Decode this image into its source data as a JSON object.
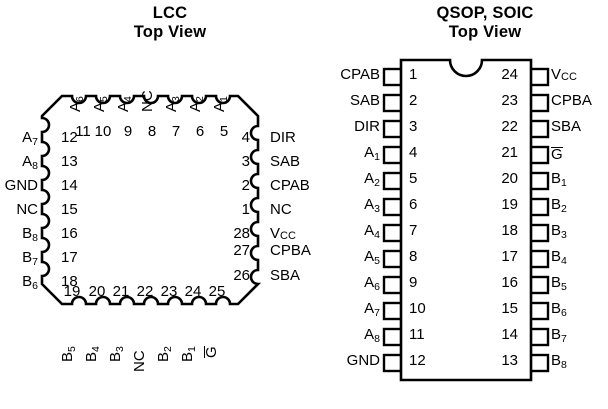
{
  "packages": [
    {
      "id": "lcc",
      "title_line1": "LCC",
      "title_line2": "Top View",
      "top_pins": [
        {
          "num": "11",
          "label": "A",
          "sub": "6"
        },
        {
          "num": "10",
          "label": "A",
          "sub": "5"
        },
        {
          "num": "9",
          "label": "A",
          "sub": "4"
        },
        {
          "num": "8",
          "label": "NC",
          "sub": ""
        },
        {
          "num": "7",
          "label": "A",
          "sub": "3"
        },
        {
          "num": "6",
          "label": "A",
          "sub": "2"
        },
        {
          "num": "5",
          "label": "A",
          "sub": "1"
        }
      ],
      "left_pins": [
        {
          "num": "12",
          "label": "A",
          "sub": "7"
        },
        {
          "num": "13",
          "label": "A",
          "sub": "8"
        },
        {
          "num": "14",
          "label": "GND",
          "sub": ""
        },
        {
          "num": "15",
          "label": "NC",
          "sub": ""
        },
        {
          "num": "16",
          "label": "B",
          "sub": "8"
        },
        {
          "num": "17",
          "label": "B",
          "sub": "7"
        },
        {
          "num": "18",
          "label": "B",
          "sub": "6"
        }
      ],
      "bottom_pins": [
        {
          "num": "19",
          "label": "B",
          "sub": "5"
        },
        {
          "num": "20",
          "label": "B",
          "sub": "4"
        },
        {
          "num": "21",
          "label": "B",
          "sub": "3"
        },
        {
          "num": "22",
          "label": "NC",
          "sub": ""
        },
        {
          "num": "23",
          "label": "B",
          "sub": "2"
        },
        {
          "num": "24",
          "label": "B",
          "sub": "1"
        },
        {
          "num": "25",
          "label": "G",
          "sub": "",
          "overbar": true
        }
      ],
      "right_pins": [
        {
          "num": "4",
          "label": "DIR",
          "sub": ""
        },
        {
          "num": "3",
          "label": "SAB",
          "sub": ""
        },
        {
          "num": "2",
          "label": "CPAB",
          "sub": ""
        },
        {
          "num": "1",
          "label": "NC",
          "sub": ""
        },
        {
          "num": "28",
          "label": "V",
          "sub": "CC",
          "smallcap": true
        },
        {
          "num": "27",
          "label": "CPBA",
          "sub": ""
        },
        {
          "num": "26",
          "label": "SBA",
          "sub": ""
        }
      ]
    },
    {
      "id": "qsop-soic",
      "title_line1": "QSOP, SOIC",
      "title_line2": "Top View",
      "left_pins": [
        {
          "num": "1",
          "label": "CPAB",
          "sub": ""
        },
        {
          "num": "2",
          "label": "SAB",
          "sub": ""
        },
        {
          "num": "3",
          "label": "DIR",
          "sub": ""
        },
        {
          "num": "4",
          "label": "A",
          "sub": "1"
        },
        {
          "num": "5",
          "label": "A",
          "sub": "2"
        },
        {
          "num": "6",
          "label": "A",
          "sub": "3"
        },
        {
          "num": "7",
          "label": "A",
          "sub": "4"
        },
        {
          "num": "8",
          "label": "A",
          "sub": "5"
        },
        {
          "num": "9",
          "label": "A",
          "sub": "6"
        },
        {
          "num": "10",
          "label": "A",
          "sub": "7"
        },
        {
          "num": "11",
          "label": "A",
          "sub": "8"
        },
        {
          "num": "12",
          "label": "GND",
          "sub": ""
        }
      ],
      "right_pins": [
        {
          "num": "24",
          "label": "V",
          "sub": "CC",
          "smallcap": true
        },
        {
          "num": "23",
          "label": "CPBA",
          "sub": ""
        },
        {
          "num": "22",
          "label": "SBA",
          "sub": ""
        },
        {
          "num": "21",
          "label": "G",
          "sub": "",
          "overbar": true
        },
        {
          "num": "20",
          "label": "B",
          "sub": "1"
        },
        {
          "num": "19",
          "label": "B",
          "sub": "2"
        },
        {
          "num": "18",
          "label": "B",
          "sub": "3"
        },
        {
          "num": "17",
          "label": "B",
          "sub": "4"
        },
        {
          "num": "16",
          "label": "B",
          "sub": "5"
        },
        {
          "num": "15",
          "label": "B",
          "sub": "6"
        },
        {
          "num": "14",
          "label": "B",
          "sub": "7"
        },
        {
          "num": "13",
          "label": "B",
          "sub": "8"
        }
      ]
    }
  ],
  "colors": {
    "ink": "#000000",
    "background": "#ffffff"
  }
}
